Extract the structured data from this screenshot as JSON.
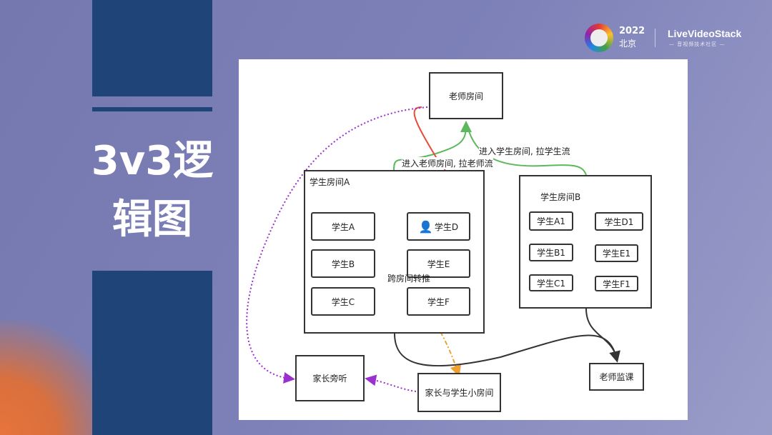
{
  "slide": {
    "title_line1": "3v3逻",
    "title_line2": "辑图"
  },
  "header": {
    "year": "2022",
    "city": "北京",
    "brand": "LiveVideoStack",
    "brand_sub": "— 音视频技术社区 —"
  },
  "diagram": {
    "teacher_room": "老师房间",
    "room_a": {
      "label": "学生房间A",
      "students": [
        "学生A",
        "学生D",
        "学生B",
        "学生E",
        "学生C",
        "学生F"
      ]
    },
    "room_b": {
      "label": "学生房间B",
      "students": [
        "学生A1",
        "学生D1",
        "学生B1",
        "学生E1",
        "学生C1",
        "学生F1"
      ]
    },
    "parent_listen": "家长旁听",
    "parent_student_room": "家长与学生小房间",
    "teacher_monitor": "老师监课",
    "edge_a_to_teacher": "进入老师房间, 拉老师流",
    "edge_teacher_to_b": "进入学生房间, 拉学生流",
    "edge_relay": "跨房间转推",
    "colors": {
      "green": "#5cb85c",
      "red": "#e74c3c",
      "orange": "#f0a030",
      "purple": "#9b30d0",
      "dark": "#333333"
    }
  }
}
